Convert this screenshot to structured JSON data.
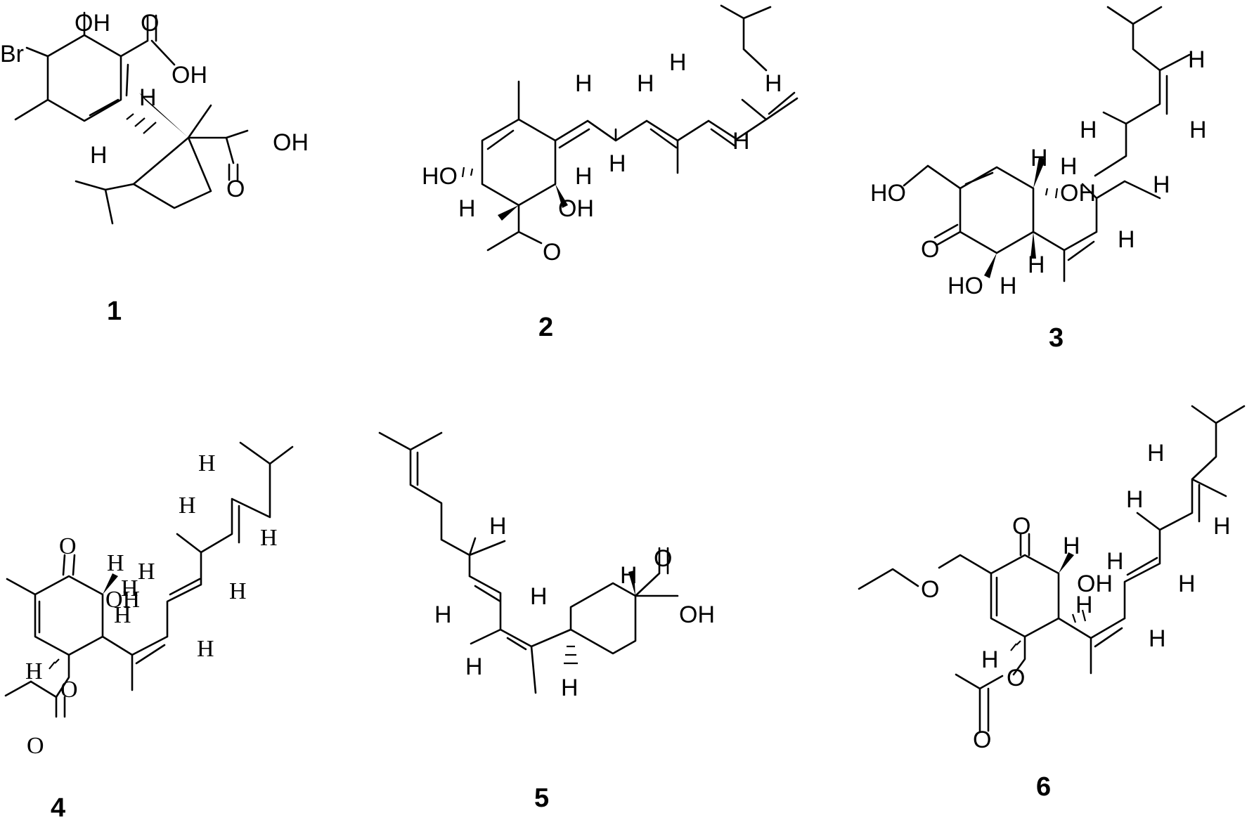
{
  "labels": {
    "oh": "OH",
    "ho": "HO",
    "br": "Br",
    "h": "H",
    "o": "O"
  },
  "compounds": [
    {
      "number": "1"
    },
    {
      "number": "2"
    },
    {
      "number": "3"
    },
    {
      "number": "4"
    },
    {
      "number": "5"
    },
    {
      "number": "6"
    }
  ]
}
